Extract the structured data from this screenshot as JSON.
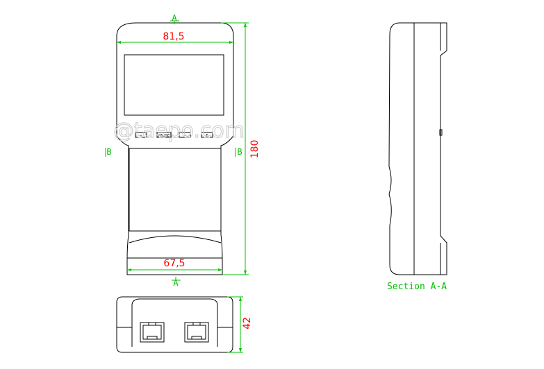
{
  "dimensions": {
    "top_width": "81,5",
    "bottom_width": "67,5",
    "height": "180",
    "depth": "42"
  },
  "section_markers": {
    "a_top": "A",
    "a_bottom": "A",
    "b_left": "B",
    "b_right": "B"
  },
  "section_label": "Section A-A",
  "watermark": "@taepo.com",
  "buttons": [
    "+",
    "PAUSE",
    "-",
    "F"
  ],
  "colors": {
    "dimension": "#ff0000",
    "marker": "#00c000",
    "outline": "#000000",
    "watermark": "#c8c8c8"
  }
}
